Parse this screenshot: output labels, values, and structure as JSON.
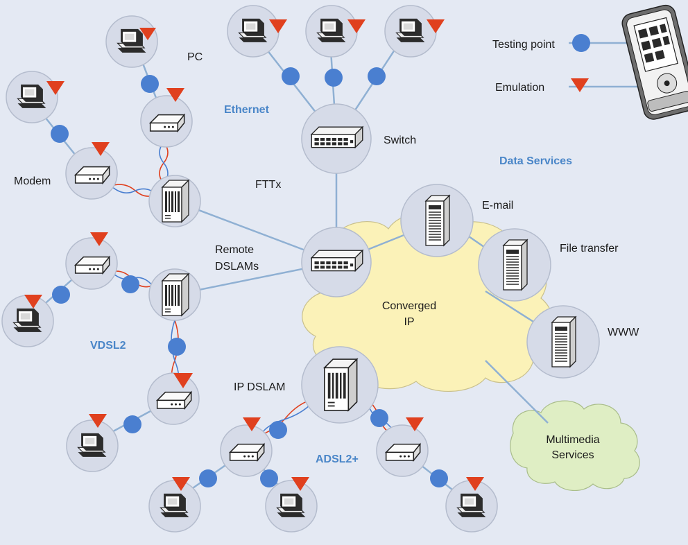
{
  "colors": {
    "background": "#e4e9f3",
    "node_fill": "#d6dbe8",
    "node_stroke": "#b4bccd",
    "link": "#8fb0d3",
    "testing_point": "#4a7fd0",
    "emulation": "#e0401e",
    "cloud_ip": "#fbf2b8",
    "cloud_multimedia": "#dfeec4",
    "section_label": "#4a86c8",
    "text": "#1a1a1a"
  },
  "legend": {
    "testing_point": "Testing point",
    "emulation": "Emulation"
  },
  "sections": {
    "ethernet": "Ethernet",
    "data_services": "Data Services",
    "vdsl2": "VDSL2",
    "adsl2plus": "ADSL2+"
  },
  "labels": {
    "pc": "PC",
    "switch": "Switch",
    "modem": "Modem",
    "fttx": "FTTx",
    "remote_dslams_1": "Remote",
    "remote_dslams_2": "DSLAMs",
    "email": "E-mail",
    "file_transfer": "File transfer",
    "www": "WWW",
    "converged_1": "Converged",
    "converged_2": "IP",
    "ip_dslam": "IP DSLAM",
    "multimedia_1": "Multimedia",
    "multimedia_2": "Services"
  },
  "icons": {
    "pc": "pc-icon",
    "modem": "modem-icon",
    "switch": "switch-icon",
    "dslam": "dslam-icon",
    "server": "server-icon",
    "tester": "handheld-tester-icon",
    "testing_point": "testing-point-icon",
    "emulation": "emulation-icon"
  }
}
